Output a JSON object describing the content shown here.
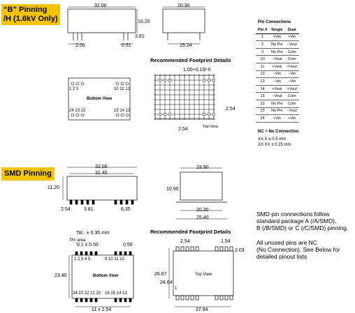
{
  "labels": {
    "b_pinning_line1": "“B” Pinning",
    "b_pinning_line2": "/H (1.6kV Only)",
    "smd_pinning": "SMD Pinning"
  },
  "b_dims": {
    "length": "32.00",
    "height": "10.20",
    "pin_len": "3.81",
    "pitch": "2.06",
    "pin_w": "0.51",
    "width": "20.30",
    "pin_spacing": "15.24"
  },
  "footprint_b": {
    "title": "Recommended Footprint Details",
    "hole": "1.00+0.15/-0",
    "pitch_v": "2.54",
    "pitch_h": "2.54",
    "view": "Top View"
  },
  "bottom_view_b": {
    "label": "Bottom View",
    "top_left": "1  2  3",
    "top_right": "10  11  12",
    "bot_left": "24  23  22",
    "bot_right": "15  14  13"
  },
  "pin_table": {
    "title": "Pin Connections",
    "headers": [
      "Pin #",
      "Single",
      "Dual"
    ],
    "rows": [
      [
        "1",
        "+Vin",
        "+Vin"
      ],
      [
        "2",
        "No Pin",
        "−Vout"
      ],
      [
        "3",
        "No Pin",
        "Com"
      ],
      [
        "10",
        "−Vout",
        "Com"
      ],
      [
        "11",
        "+Vout",
        "+Vout"
      ],
      [
        "12",
        "−Vin",
        "−Vin"
      ],
      [
        "13",
        "−Vin",
        "−Vin"
      ],
      [
        "14",
        "+Vout",
        "+Vout"
      ],
      [
        "15",
        "−Vout",
        "Com"
      ],
      [
        "22",
        "No Pin",
        "Com"
      ],
      [
        "23",
        "No Pin",
        "−Vout"
      ],
      [
        "24",
        "+Vin",
        "+Vin"
      ]
    ],
    "nc_note": "NC = No Connection",
    "tol1": "XX.X  ± 0.5 mm",
    "tol2": "XX.XX ± 0.25 mm"
  },
  "smd_dims": {
    "length": "32.00",
    "body": "31.40",
    "height": "11.20",
    "left_off": "2.54",
    "pitch": "3.81",
    "right_off": "6.35",
    "width": "19.90",
    "h2": "10.90",
    "w2": "20.30",
    "w3": "25.40"
  },
  "smd_bottom": {
    "tol": "Tol.: ± 0.35 mm",
    "pin_area": "Pin area",
    "pin_area_dim": "0.1 x 0.50",
    "pin_w": "0.50",
    "row_top_left": "1  2  3  4  5",
    "row_top_right": "9  10 11 12",
    "row_bot_left": "24 23 22 21 20",
    "row_bot_right": "16 15 14 13",
    "label": "Bottom View",
    "height": "23.40",
    "pitch_total": "11 x 2.54"
  },
  "footprint_smd": {
    "title": "Recommended Footprint Details",
    "pitch1": "2.54",
    "pitch2": "1.54",
    "pad": "2.03",
    "h1": "26.67",
    "h2": "24.64",
    "pin1": "1",
    "width": "27.94",
    "view": "Top View"
  },
  "smd_notes": {
    "p1_line1": "SMD pin connections  follow",
    "p1_line2": "standard package A (/A/SMD),",
    "p1_line3": "B (/B/SMD) or C (/C/SMD) pinning.",
    "p2_line1": "All unused pins are NC",
    "p2_line2": "(No Connection). See Below for",
    "p2_line3": "detailed pinout lists"
  }
}
